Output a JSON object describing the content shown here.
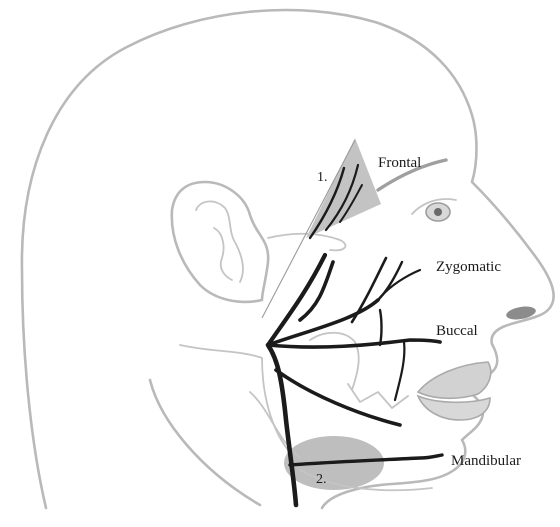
{
  "diagram": {
    "branches": [
      {
        "key": "frontal",
        "label": "Frontal"
      },
      {
        "key": "zygomatic",
        "label": "Zygomatic"
      },
      {
        "key": "buccal",
        "label": "Buccal"
      },
      {
        "key": "mandibular",
        "label": "Mandibular"
      }
    ],
    "markers": [
      {
        "key": "zone-1",
        "label": "1."
      },
      {
        "key": "zone-2",
        "label": "2."
      }
    ]
  }
}
